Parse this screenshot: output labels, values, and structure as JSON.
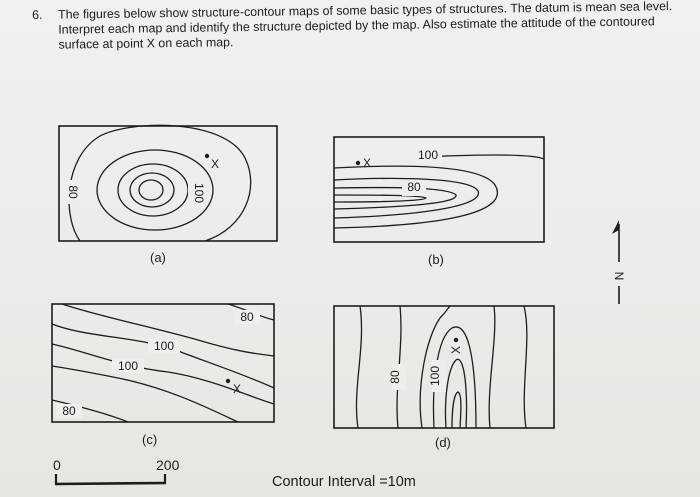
{
  "question": {
    "number": "6.",
    "text": "The figures below show structure-contour maps of some basic types of structures. The datum is mean sea level. Interpret each map and identify the structure depicted by the map. Also estimate the attitude of the contoured surface at point X on each map."
  },
  "maps": {
    "a": {
      "caption": "(a)",
      "label_outer": "80",
      "label_inner": "100",
      "point": "X"
    },
    "b": {
      "caption": "(b)",
      "label_outer": "100",
      "label_inner": "80",
      "point": "X"
    },
    "c": {
      "caption": "(c)",
      "label_top": "80",
      "label_mid_upper": "100",
      "label_mid_lower": "100",
      "label_low": "80",
      "point": "X"
    },
    "d": {
      "caption": "(d)",
      "label_left": "80",
      "label_right": "100",
      "point": "X"
    }
  },
  "north_arrow": {
    "label": "N"
  },
  "scale": {
    "start": "0",
    "end": "200"
  },
  "contour_interval": "Contour Interval =10m"
}
